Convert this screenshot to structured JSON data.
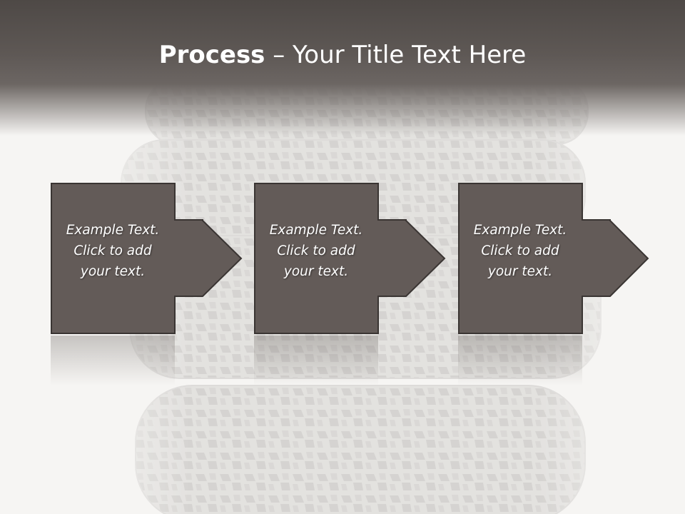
{
  "slide": {
    "title_bold": "Process",
    "title_rest": " – Your Title Text Here"
  },
  "steps": [
    {
      "line1": "Example Text.",
      "line2": "Click  to add",
      "line3": "your text."
    },
    {
      "line1": "Example Text.",
      "line2": "Click  to add",
      "line3": "your text."
    },
    {
      "line1": "Example Text.",
      "line2": "Click  to add",
      "line3": "your text."
    }
  ],
  "colors": {
    "header": "#5e5855",
    "box_fill": "#635b58",
    "box_stroke": "#3a3533",
    "background": "#f6f5f3"
  }
}
